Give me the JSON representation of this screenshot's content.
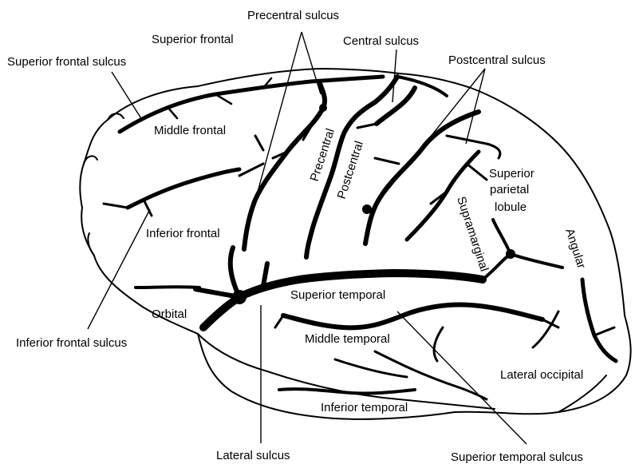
{
  "labels": {
    "precentral_sulcus": "Precentral sulcus",
    "superior_frontal": "Superior frontal",
    "central_sulcus": "Central sulcus",
    "superior_frontal_sulcus": "Superior frontal sulcus",
    "postcentral_sulcus": "Postcentral sulcus",
    "middle_frontal": "Middle frontal",
    "precentral": "Precentral",
    "postcentral": "Postcentral",
    "superior_parietal_1": "Superior",
    "superior_parietal_2": "parietal",
    "superior_parietal_3": "lobule",
    "supramarginal": "Supramarginal",
    "inferior_frontal": "Inferior frontal",
    "angular": "Angular",
    "superior_temporal": "Superior temporal",
    "orbital": "Orbital",
    "inferior_frontal_sulcus": "Inferior frontal sulcus",
    "middle_temporal": "Middle temporal",
    "lateral_occipital": "Lateral occipital",
    "inferior_temporal": "Inferior temporal",
    "lateral_sulcus": "Lateral sulcus",
    "superior_temporal_sulcus": "Superior temporal sulcus"
  },
  "colors": {
    "ink": "#000000",
    "background": "#ffffff"
  }
}
